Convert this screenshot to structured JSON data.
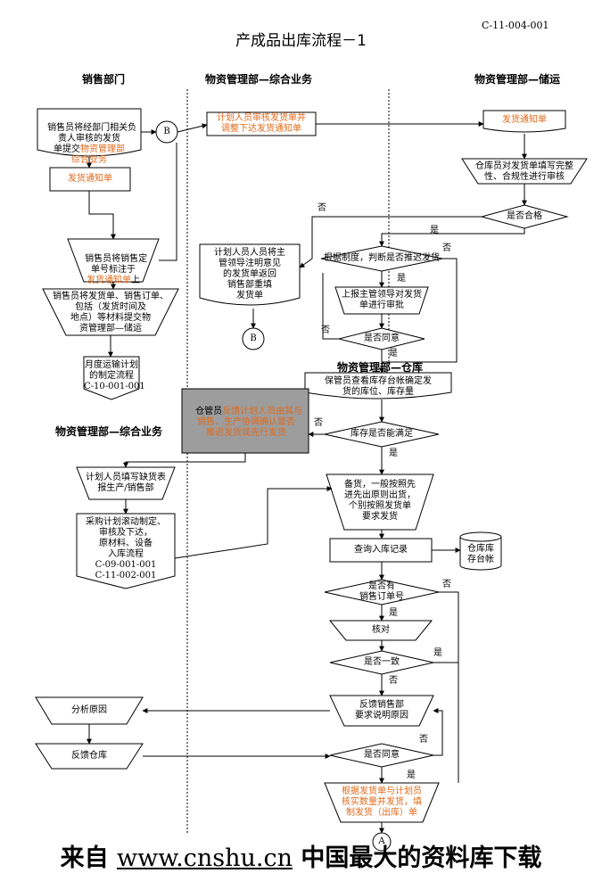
{
  "doc_id": "C-11-004-001",
  "title": "产成品出库流程－1",
  "lanes": {
    "sales": "销售部门",
    "material_general": "物资管理部—综合业务",
    "material_storage": "物资管理部—储运",
    "material_warehouse": "物资管理部—仓库",
    "material_general_2": "物资管理部—综合业务"
  },
  "nodes": {
    "sales_review": "销售员将经部门相关负\n责人审核的发货\n单提交",
    "sales_review_orange": "物资管理部\n综合业务",
    "delivery_notice": "发货通知单",
    "mark_number_a": "销售员将销售定\n单号标注于",
    "mark_number_b": "发货通知单",
    "mark_number_c": "上",
    "submit_docs": "销售员将发货单、销售订单、\n包括（发货时间及\n地点）等材料提交物\n资管理部—储运",
    "transport_plan": "月度运输计划\n的制定流程\nC-10-001-001",
    "plan_review": "计划人员审核发货单并\n调整下达发货通知单",
    "planner_return": "计划人员人员将主\n管领导注明意见\n的发货单返回\n销售部重填\n发货单",
    "storage_notice": "发货通知单",
    "storage_check": "仓库员对发货单填写完整\n性、合规性进行审核",
    "is_qualified": "是否合格",
    "judge_approval": "根据制度，判断是否推迟发货",
    "report_approval": "上报主管领导对发货\n单进行审批",
    "agree": "是否同意",
    "keeper_check": "保管员查看库存台帐确定发\n货的库位、库存量",
    "stock_enough": "库存是否能满足",
    "warehouse_feedback_a": "仓管员",
    "warehouse_feedback_b": "反馈计划人员由其与\n销售、生产协调确认是否\n推迟发货或先行发货",
    "shortage_form": "计划人员填写缺货表\n报生产/销售部",
    "purchase_plan": "采购计划滚动制定、\n审核及下达，\n原材料、设备\n入库流程\nC-09-001-001\nC-11-002-001",
    "prepare_goods": "备货，一般按照先\n进先出原则出货，\n个别按照发货单\n要求发货",
    "query_records": "查询入库记录",
    "ledger": "仓库库\n存台帐",
    "has_order_no": "是否有\n销售订单号",
    "verify": "核对",
    "consistent": "是否一致",
    "feedback_sales": "反馈销售部\n要求说明原因",
    "analyze_reason": "分析原因",
    "feedback_warehouse": "反馈仓库",
    "agree2": "是否同意",
    "final_ship": "根据发货单与计划员\n核实数量并发货，填\n制发货（出库）单"
  },
  "connectors": {
    "b": "B",
    "a": "A"
  },
  "edge_labels": {
    "yes": "是",
    "no": "否"
  },
  "footer": {
    "prefix": "来自",
    "url": "www.cnshu.cn",
    "suffix": "中国最大的资料库下载"
  }
}
